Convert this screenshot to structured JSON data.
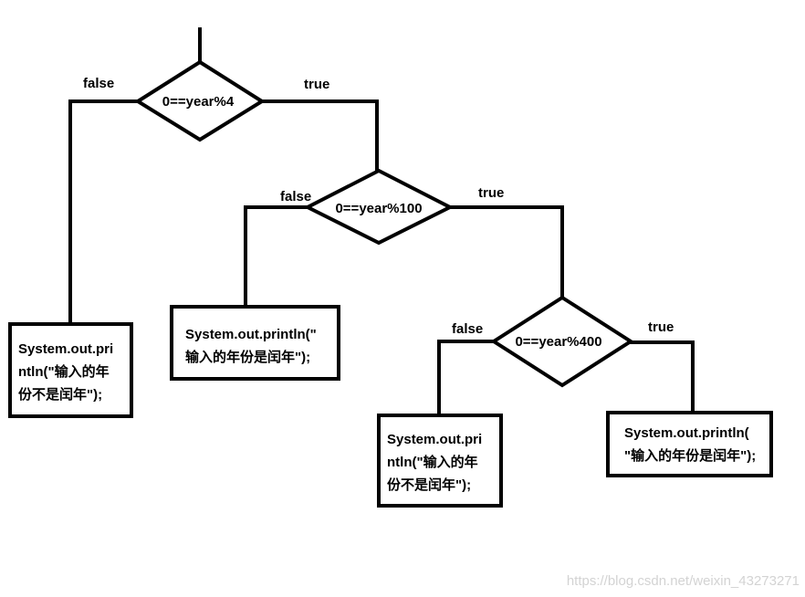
{
  "diagram": {
    "decisions": [
      {
        "id": "d1",
        "text": "0==year%4"
      },
      {
        "id": "d2",
        "text": "0==year%100"
      },
      {
        "id": "d3",
        "text": "0==year%400"
      }
    ],
    "edge_labels": {
      "d1_false": "false",
      "d1_true": "true",
      "d2_false": "false",
      "d2_true": "true",
      "d3_false": "false",
      "d3_true": "true"
    },
    "outputs": [
      {
        "id": "out1",
        "lines": [
          "System.out.pri",
          "ntln(\"输入的年",
          "份不是闰年\");"
        ]
      },
      {
        "id": "out2",
        "lines": [
          "System.out.println(\"",
          "输入的年份是闰年\");"
        ]
      },
      {
        "id": "out3",
        "lines": [
          "System.out.pri",
          "ntln(\"输入的年",
          "份不是闰年\");"
        ]
      },
      {
        "id": "out4",
        "lines": [
          "System.out.println(",
          "\"输入的年份是闰年\");"
        ]
      }
    ]
  },
  "watermark": "https://blog.csdn.net/weixin_43273271"
}
